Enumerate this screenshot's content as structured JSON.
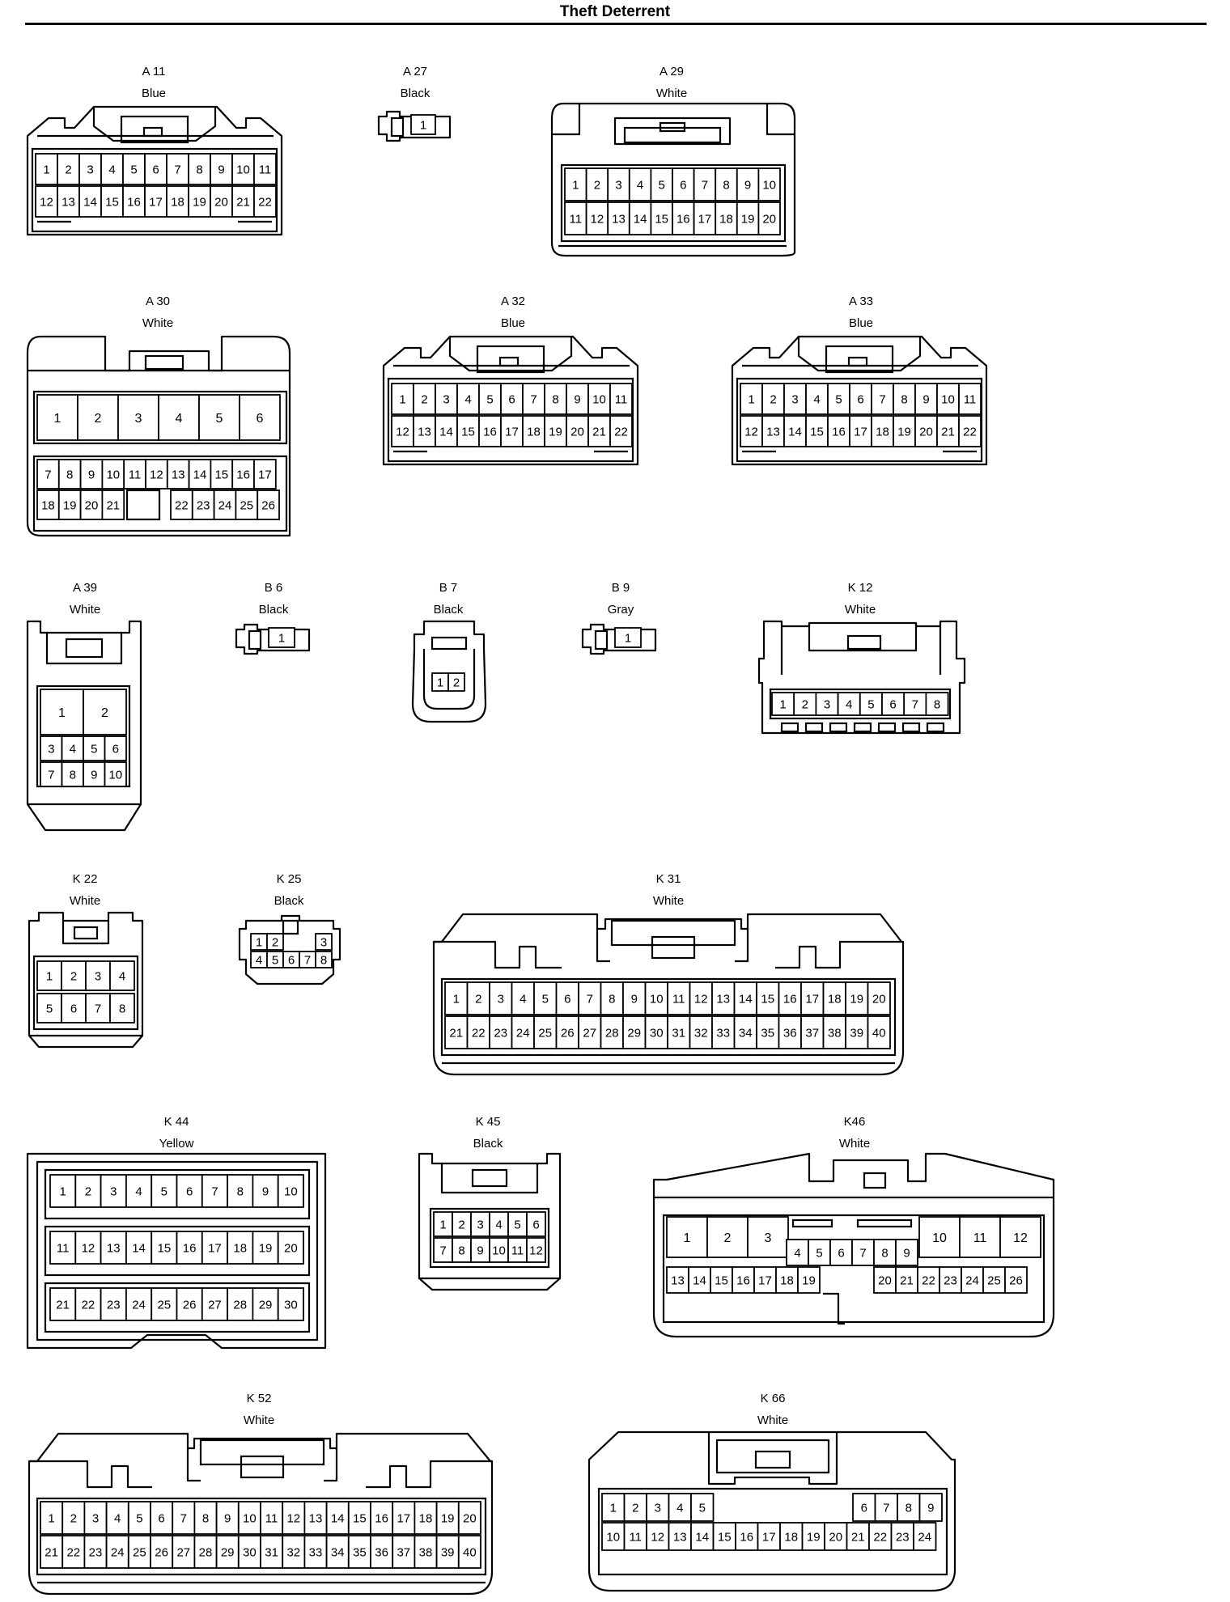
{
  "title": "Theft Deterrent",
  "connectors": [
    {
      "id": "A 11",
      "color": "Blue",
      "rows": [
        [
          1,
          2,
          3,
          4,
          5,
          6,
          7,
          8,
          9,
          10,
          11
        ],
        [
          12,
          13,
          14,
          15,
          16,
          17,
          18,
          19,
          20,
          21,
          22
        ]
      ]
    },
    {
      "id": "A 27",
      "color": "Black",
      "rows": [
        [
          1
        ]
      ]
    },
    {
      "id": "A 29",
      "color": "White",
      "rows": [
        [
          1,
          2,
          3,
          4,
          5,
          6,
          7,
          8,
          9,
          10
        ],
        [
          11,
          12,
          13,
          14,
          15,
          16,
          17,
          18,
          19,
          20
        ]
      ]
    },
    {
      "id": "A 30",
      "color": "White",
      "rows": [
        [
          1,
          2,
          3,
          4,
          5,
          6
        ],
        [
          7,
          8,
          9,
          10,
          11,
          12,
          13,
          14,
          15,
          16,
          17
        ],
        [
          18,
          19,
          20,
          21,
          22,
          23,
          24,
          25,
          26
        ]
      ]
    },
    {
      "id": "A 32",
      "color": "Blue",
      "rows": [
        [
          1,
          2,
          3,
          4,
          5,
          6,
          7,
          8,
          9,
          10,
          11
        ],
        [
          12,
          13,
          14,
          15,
          16,
          17,
          18,
          19,
          20,
          21,
          22
        ]
      ]
    },
    {
      "id": "A 33",
      "color": "Blue",
      "rows": [
        [
          1,
          2,
          3,
          4,
          5,
          6,
          7,
          8,
          9,
          10,
          11
        ],
        [
          12,
          13,
          14,
          15,
          16,
          17,
          18,
          19,
          20,
          21,
          22
        ]
      ]
    },
    {
      "id": "A 39",
      "color": "White",
      "rows": [
        [
          1,
          2
        ],
        [
          3,
          4,
          5,
          6
        ],
        [
          7,
          8,
          9,
          10
        ]
      ]
    },
    {
      "id": "B 6",
      "color": "Black",
      "rows": [
        [
          1
        ]
      ]
    },
    {
      "id": "B 7",
      "color": "Black",
      "rows": [
        [
          1,
          2
        ]
      ]
    },
    {
      "id": "B 9",
      "color": "Gray",
      "rows": [
        [
          1
        ]
      ]
    },
    {
      "id": "K 12",
      "color": "White",
      "rows": [
        [
          1,
          2,
          3,
          4,
          5,
          6,
          7,
          8
        ]
      ]
    },
    {
      "id": "K 22",
      "color": "White",
      "rows": [
        [
          1,
          2,
          3,
          4
        ],
        [
          5,
          6,
          7,
          8
        ]
      ]
    },
    {
      "id": "K 25",
      "color": "Black",
      "rows": [
        [
          1,
          2,
          3
        ],
        [
          4,
          5,
          6,
          7,
          8
        ]
      ]
    },
    {
      "id": "K 31",
      "color": "White",
      "rows": [
        [
          1,
          2,
          3,
          4,
          5,
          6,
          7,
          8,
          9,
          10,
          11,
          12,
          13,
          14,
          15,
          16,
          17,
          18,
          19,
          20
        ],
        [
          21,
          22,
          23,
          24,
          25,
          26,
          27,
          28,
          29,
          30,
          31,
          32,
          33,
          34,
          35,
          36,
          37,
          38,
          39,
          40
        ]
      ]
    },
    {
      "id": "K 44",
      "color": "Yellow",
      "rows": [
        [
          1,
          2,
          3,
          4,
          5,
          6,
          7,
          8,
          9,
          10
        ],
        [
          11,
          12,
          13,
          14,
          15,
          16,
          17,
          18,
          19,
          20
        ],
        [
          21,
          22,
          23,
          24,
          25,
          26,
          27,
          28,
          29,
          30
        ]
      ]
    },
    {
      "id": "K 45",
      "color": "Black",
      "rows": [
        [
          1,
          2,
          3,
          4,
          5,
          6
        ],
        [
          7,
          8,
          9,
          10,
          11,
          12
        ]
      ]
    },
    {
      "id": "K46",
      "color": "White",
      "rows": [
        [
          1,
          2,
          3
        ],
        [
          10,
          11,
          12
        ],
        [
          4,
          5,
          6,
          7,
          8,
          9
        ],
        [
          13,
          14,
          15,
          16,
          17,
          18,
          19
        ],
        [
          20,
          21,
          22,
          23,
          24,
          25,
          26
        ]
      ]
    },
    {
      "id": "K 52",
      "color": "White",
      "rows": [
        [
          1,
          2,
          3,
          4,
          5,
          6,
          7,
          8,
          9,
          10,
          11,
          12,
          13,
          14,
          15,
          16,
          17,
          18,
          19,
          20
        ],
        [
          21,
          22,
          23,
          24,
          25,
          26,
          27,
          28,
          29,
          30,
          31,
          32,
          33,
          34,
          35,
          36,
          37,
          38,
          39,
          40
        ]
      ]
    },
    {
      "id": "K 66",
      "color": "White",
      "rows": [
        [
          1,
          2,
          3,
          4,
          5
        ],
        [
          6,
          7,
          8,
          9
        ],
        [
          10,
          11,
          12,
          13,
          14,
          15,
          16,
          17,
          18,
          19,
          20,
          21,
          22,
          23,
          24
        ]
      ]
    }
  ]
}
